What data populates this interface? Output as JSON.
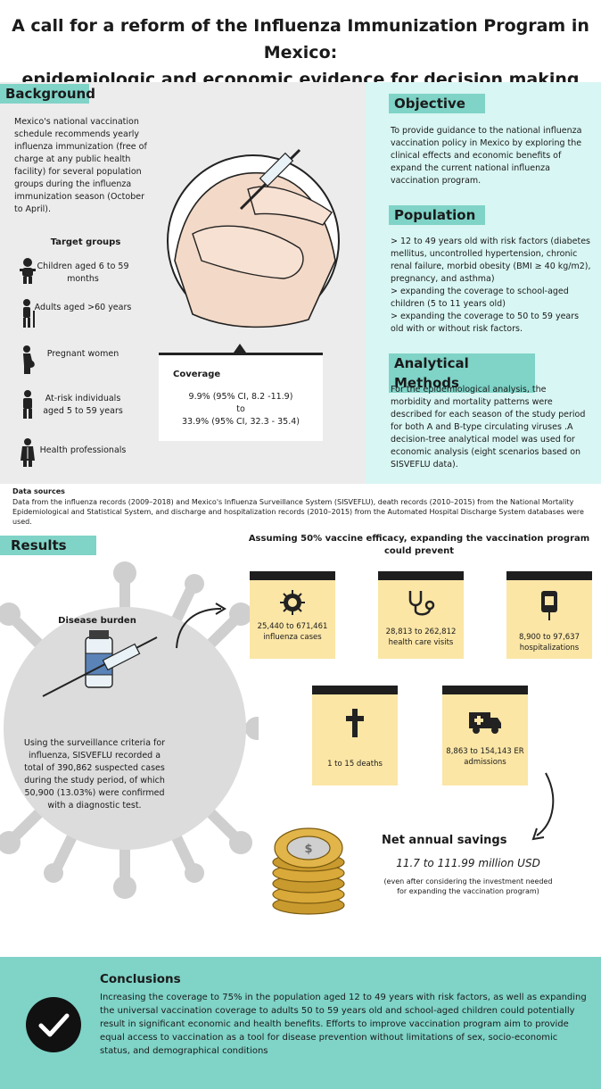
{
  "title_line1": "A call for a reform of the Influenza Immunization Program in Mexico:",
  "title_line2": "epidemiologic and economic evidence for decision making",
  "background": {
    "label": "Background",
    "text": "Mexico's national vaccination schedule recommends yearly influenza immunization (free of charge at any public health facility) for several population groups  during the influenza immunization season (October to April).",
    "target_title": "Target groups",
    "groups": [
      "Children aged 6 to 59 months",
      "Adults aged >60 years",
      "Pregnant women",
      "At-risk individuals aged 5 to 59 years",
      "Health professionals"
    ]
  },
  "coverage": {
    "label": "Coverage",
    "line1": "9.9% (95% CI, 8.2 -11.9)",
    "line2": "to",
    "line3": "33.9% (95% CI, 32.3 - 35.4)"
  },
  "objective": {
    "label": "Objective",
    "text": "To provide guidance to the national influenza vaccination policy in Mexico by exploring the clinical effects and economic benefits of expand the current national influenza vaccination program."
  },
  "population": {
    "label": "Population",
    "items": [
      "> 12 to 49 years old with risk factors (diabetes mellitus, uncontrolled hypertension, chronic renal failure, morbid obesity (BMI ≥ 40 kg/m2), pregnancy, and asthma)",
      "> expanding the coverage to school-aged children (5 to 11 years old)",
      "> expanding the coverage to 50 to 59 years old  with or without risk factors."
    ]
  },
  "methods": {
    "label": "Analytical Methods",
    "text": "For the epidemiological analysis, the morbidity and mortality patterns were described for each season of the study period for both A and B-type circulating viruses .A decision-tree analytical model was used for economic analysis (eight scenarios based on SISVEFLU data)."
  },
  "data_sources": {
    "label": "Data sources",
    "text": "Data from the influenza records (2009–2018) and Mexico's Influenza Surveillance System (SISVEFLU), death records (2010–2015) from the National Mortality Epidemiological and Statistical System, and discharge and hospitalization records (2010–2015) from the Automated Hospital Discharge System databases were used."
  },
  "results": {
    "label": "Results",
    "assumption_line1": "Assuming 50% vaccine efficacy, expanding the vaccination program",
    "assumption_line2": "could prevent",
    "disease_burden_title": "Disease burden",
    "disease_burden_text": "Using the surveillance criteria for influenza, SISVEFLU recorded a total of 390,862 suspected cases during the study period, of which 50,900 (13.03%) were confirmed with a diagnostic test.",
    "cards": [
      {
        "icon": "virus-icon",
        "text": "25,440 to 671,461 influenza cases"
      },
      {
        "icon": "stethoscope-icon",
        "text": "28,813 to 262,812 health care visits"
      },
      {
        "icon": "iv-bag-icon",
        "text": "8,900 to 97,637 hospitalizations"
      },
      {
        "icon": "cross-icon",
        "text": "1 to 15 deaths"
      },
      {
        "icon": "ambulance-icon",
        "text": "8,863 to 154,143 ER admissions"
      }
    ],
    "savings_title": "Net annual savings",
    "savings_value": "11.7 to 111.99 million USD",
    "savings_note1": "(even after considering the  investment needed",
    "savings_note2": "for expanding the vaccination program)"
  },
  "conclusions": {
    "label": "Conclusions",
    "text": "Increasing the coverage to 75% in the population aged 12 to 49 years with risk factors, as well as expanding the universal vaccination coverage to adults 50 to 59 years old and school-aged children could potentially result in significant economic and health benefits. Efforts to improve vaccination program aim to provide equal access to vaccination as a tool for disease prevention without limitations of sex, socio-economic status, and demographical conditions"
  },
  "colors": {
    "teal": "#7fd3c7",
    "light_teal": "#d8f6f3",
    "card_yellow": "#fbe6a6",
    "grey_panel": "#ececec",
    "virus_grey": "#cfcfcf"
  }
}
